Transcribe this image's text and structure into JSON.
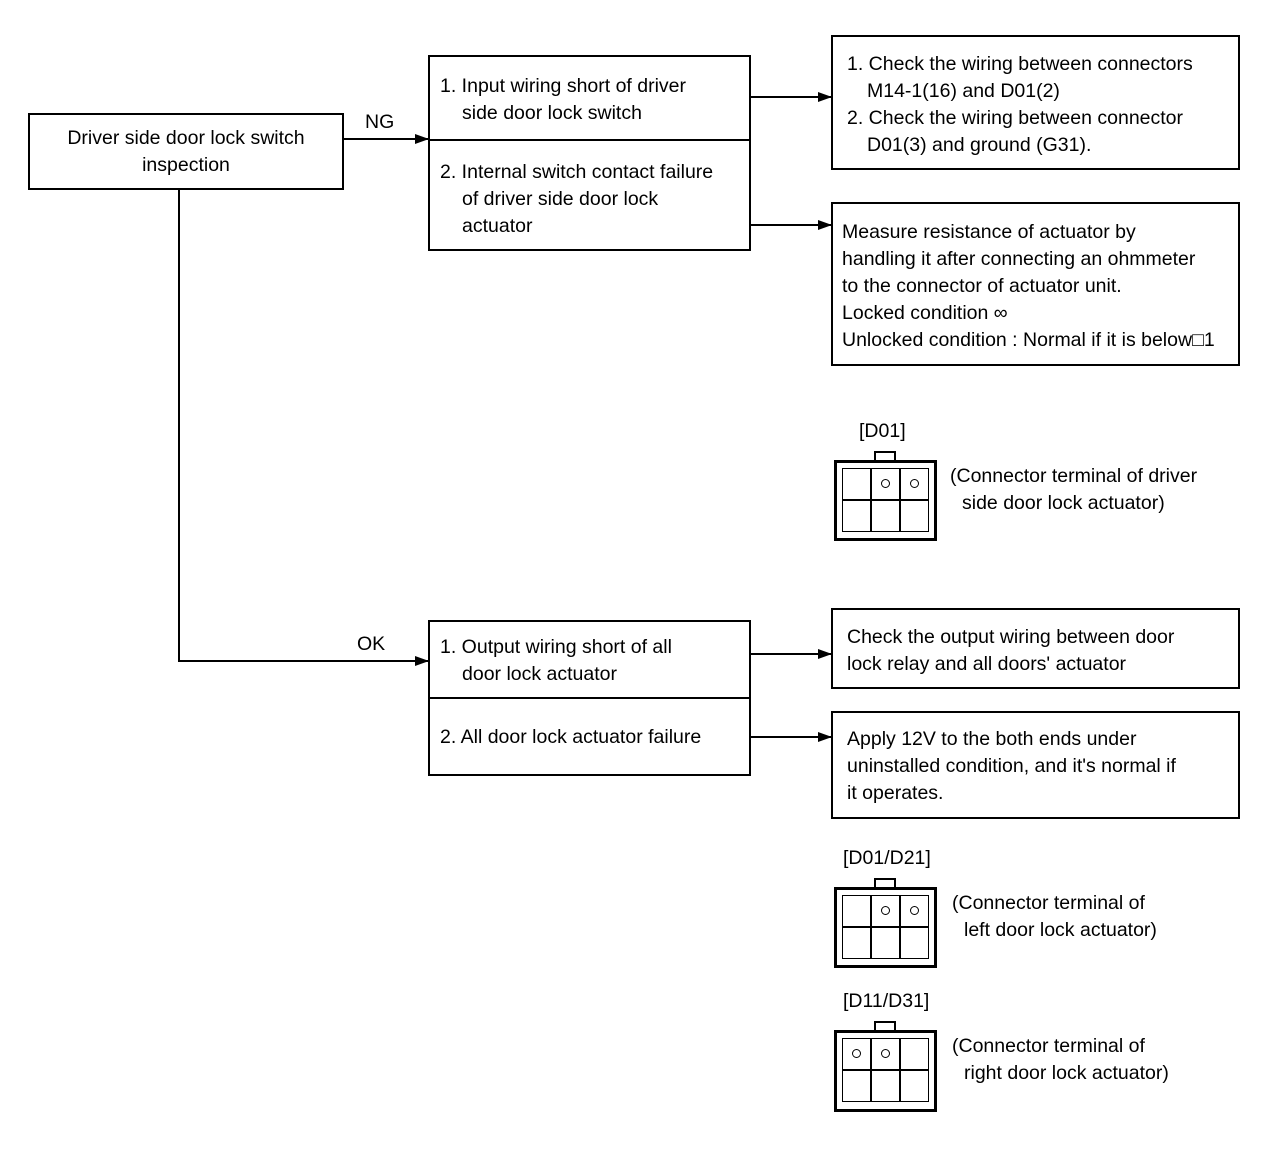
{
  "start": {
    "text_lines": [
      "Driver side door lock switch",
      "inspection"
    ]
  },
  "branches": {
    "ng_label": "NG",
    "ok_label": "OK"
  },
  "ng_causes": {
    "cause1": [
      "1. Input wiring short of driver",
      "side door lock switch"
    ],
    "cause2": [
      "2. Internal switch contact failure",
      "of driver side door lock",
      "actuator"
    ]
  },
  "ng_actions": {
    "action1": [
      "1. Check the wiring between connectors",
      "M14-1(16) and D01(2)",
      "2. Check the wiring between connector",
      "D01(3) and ground (G31)."
    ],
    "action2": [
      "Measure resistance of actuator by",
      "handling it after connecting an ohmmeter",
      "to the connector of actuator unit.",
      "Locked condition ∞",
      "Unlocked condition : Normal if it is below□1"
    ]
  },
  "ok_causes": {
    "cause1": [
      "1. Output wiring short of all",
      "door lock actuator"
    ],
    "cause2": [
      "2. All door lock actuator failure"
    ]
  },
  "ok_actions": {
    "action1": [
      "Check the output wiring between door",
      "lock relay and all doors' actuator"
    ],
    "action2": [
      "Apply 12V to the both ends under",
      "uninstalled condition, and it's normal if",
      "it operates."
    ]
  },
  "connectors": [
    {
      "label": "[D01]",
      "desc": [
        "(Connector terminal of driver",
        "side door lock actuator)"
      ],
      "pins_top_row": [
        false,
        true,
        true
      ]
    },
    {
      "label": "[D01/D21]",
      "desc": [
        "(Connector terminal of",
        "left door lock actuator)"
      ],
      "pins_top_row": [
        false,
        true,
        true
      ]
    },
    {
      "label": "[D11/D31]",
      "desc": [
        "(Connector terminal of",
        "right door lock actuator)"
      ],
      "pins_top_row": [
        true,
        true,
        false
      ]
    }
  ]
}
